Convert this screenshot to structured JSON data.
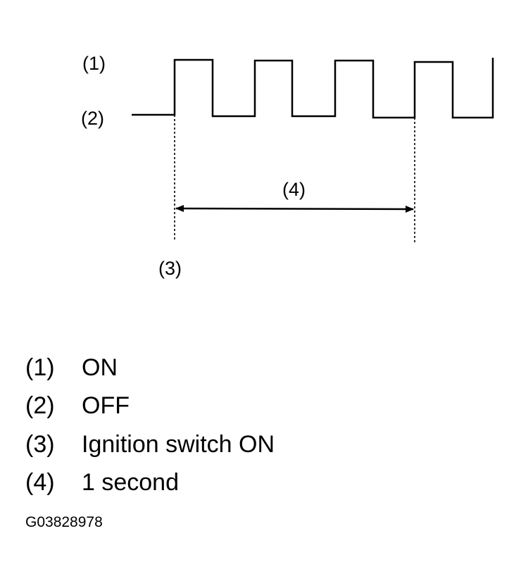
{
  "diagram": {
    "labels": {
      "on": "(1)",
      "off": "(2)",
      "duration": "(4)",
      "start": "(3)"
    }
  },
  "legend": [
    {
      "num": "(1)",
      "text": "ON"
    },
    {
      "num": "(2)",
      "text": "OFF"
    },
    {
      "num": "(3)",
      "text": "Ignition switch ON"
    },
    {
      "num": "(4)",
      "text": "1 second"
    }
  ],
  "figure_id": "G03828978",
  "colors": {
    "line": "#000000",
    "background": "#ffffff"
  }
}
